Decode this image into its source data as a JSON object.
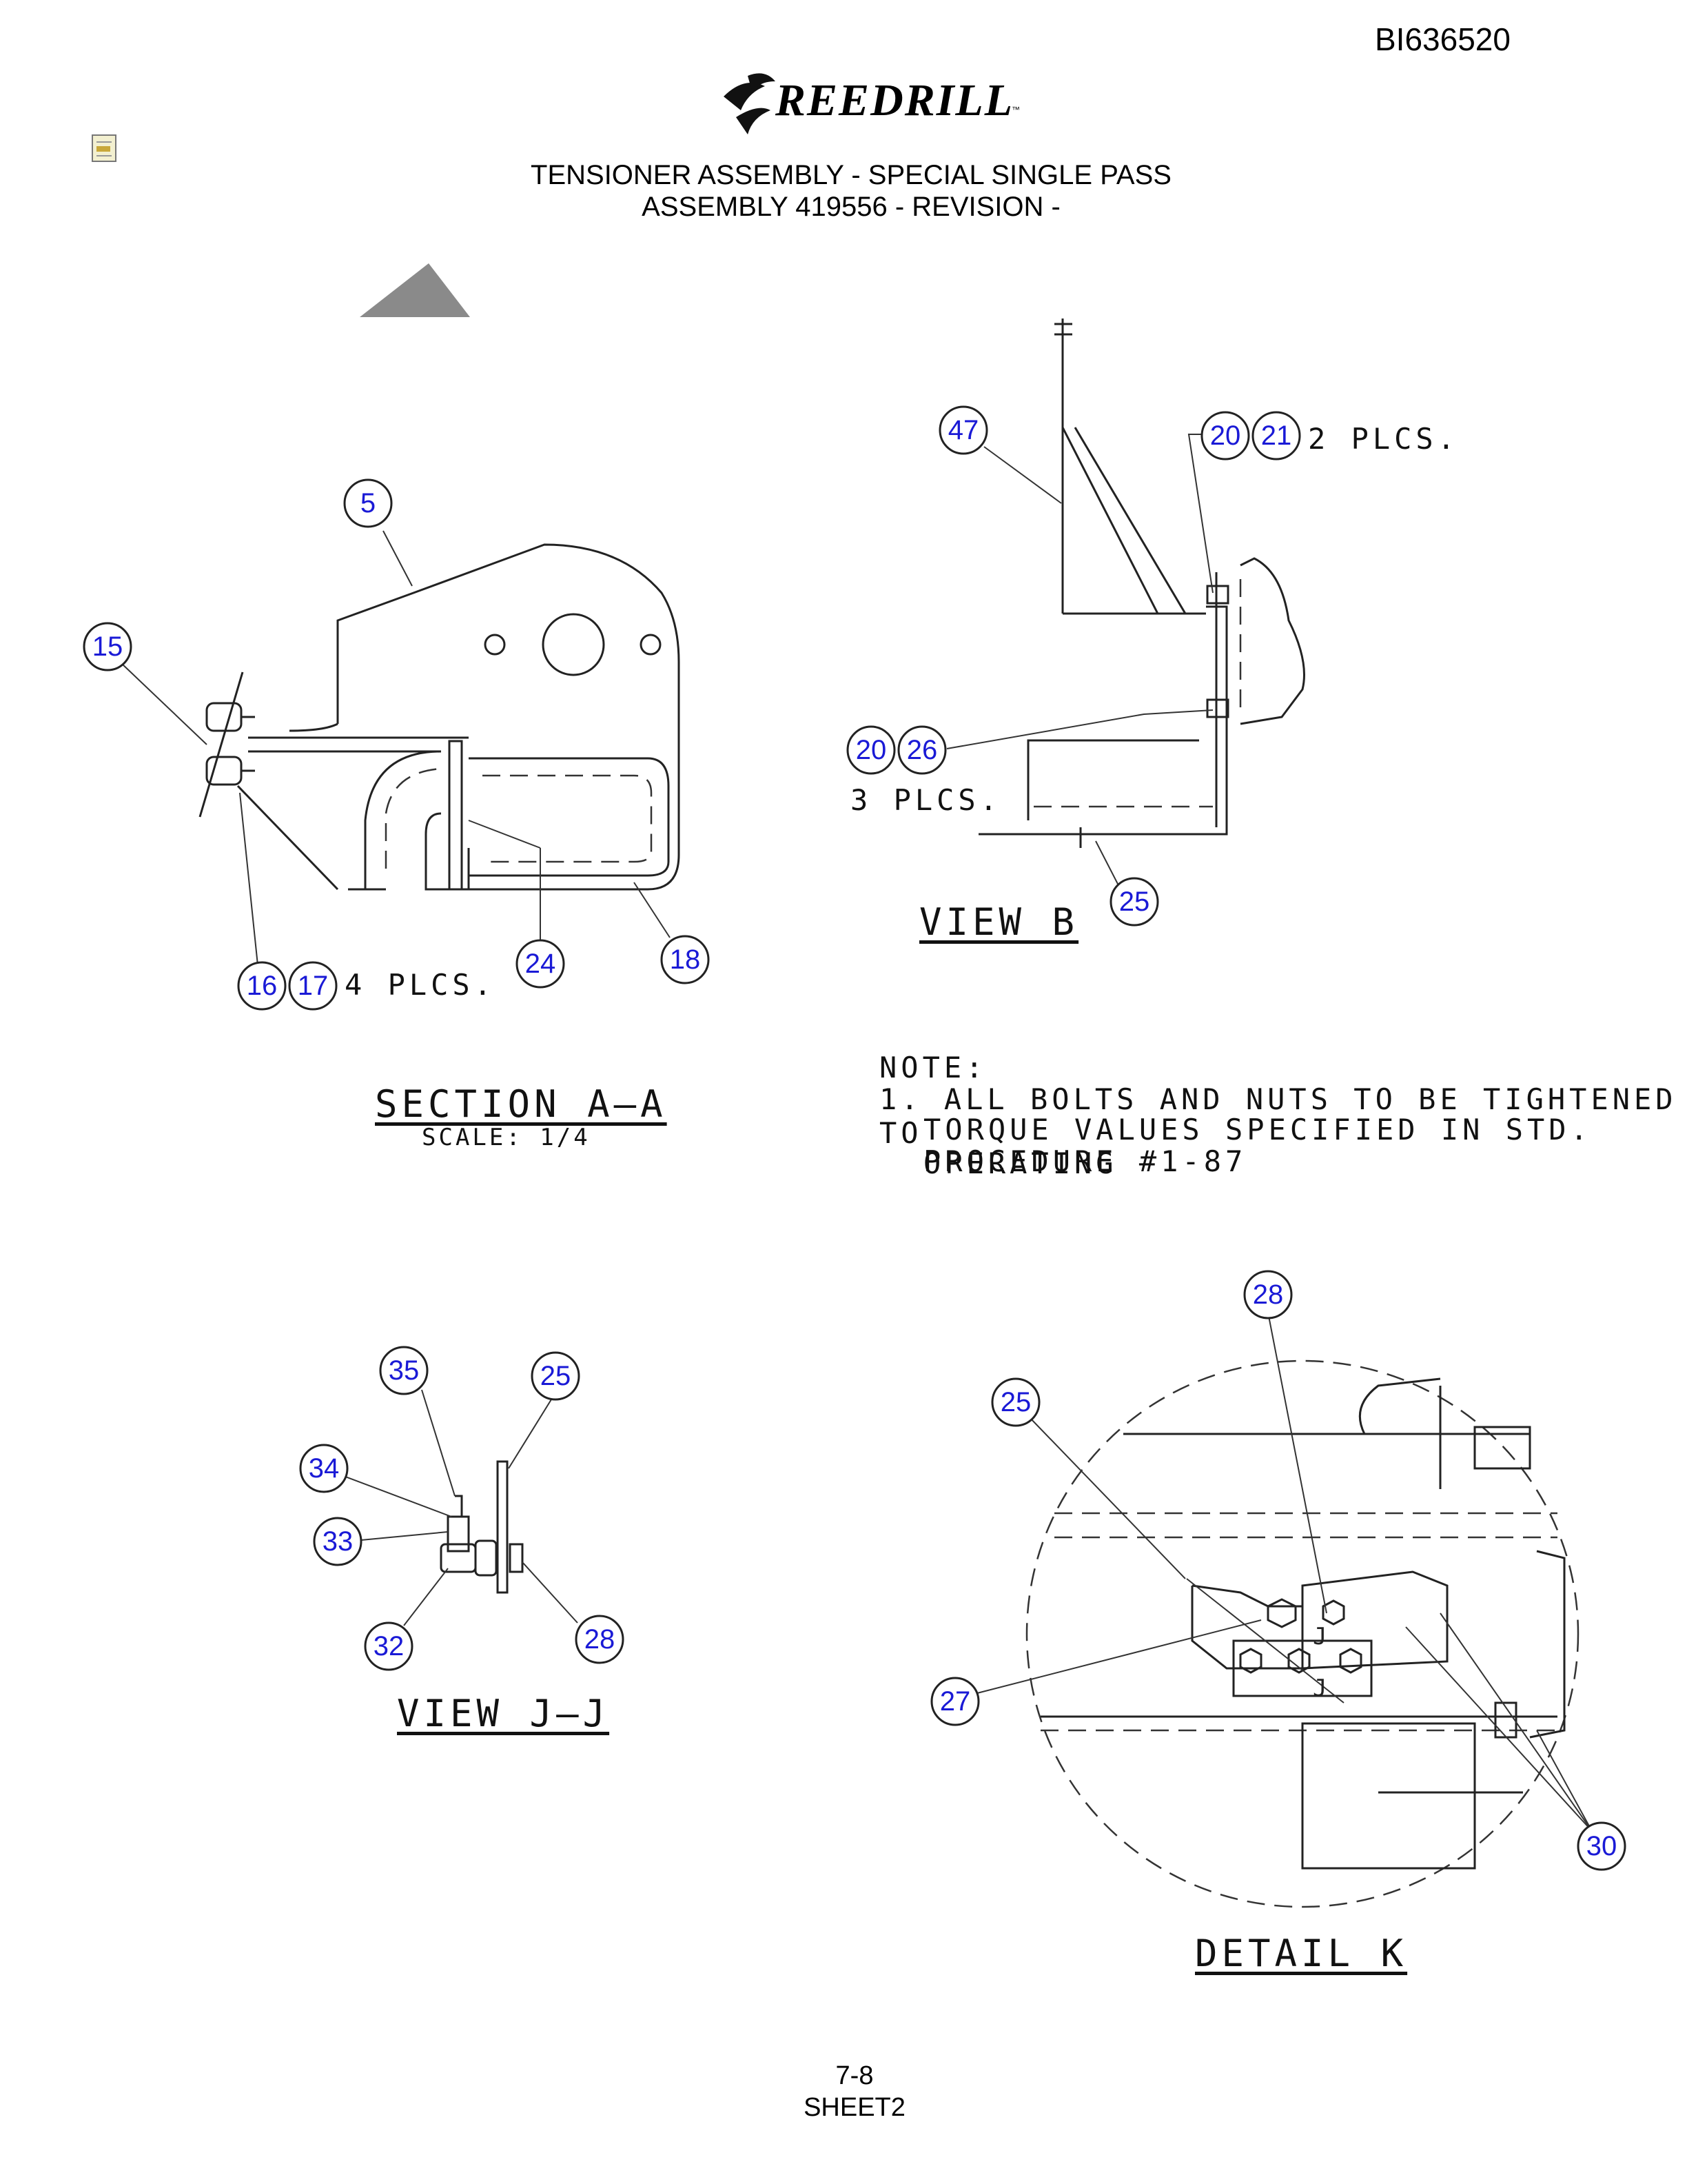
{
  "header": {
    "doc_id": "BI636520",
    "logo_text": "REEDRILL",
    "logo_tm": "™",
    "title_line1": "TENSIONER ASSEMBLY - SPECIAL SINGLE PASS",
    "title_line2": "ASSEMBLY 419556 - REVISION -"
  },
  "views": {
    "section_aa": {
      "title": "SECTION A–A",
      "scale": "SCALE: 1/4",
      "balloons": [
        "5",
        "15",
        "16",
        "17",
        "24",
        "18"
      ],
      "note_16_17": "4 PLCS."
    },
    "view_b": {
      "title": "VIEW B",
      "balloons": [
        "47",
        "20",
        "21",
        "20",
        "26",
        "25"
      ],
      "note_20_21": "2 PLCS.",
      "note_20_26": "3 PLCS."
    },
    "view_jj": {
      "title": "VIEW J–J",
      "balloons": [
        "35",
        "25",
        "34",
        "33",
        "32",
        "28"
      ]
    },
    "detail_k": {
      "title": "DETAIL K",
      "balloons": [
        "28",
        "25",
        "27",
        "30"
      ],
      "markers": [
        "J",
        "J"
      ]
    }
  },
  "note": {
    "heading": "NOTE:",
    "line1": "1. ALL BOLTS AND NUTS TO BE TIGHTENED TO",
    "line2": "TORQUE VALUES SPECIFIED IN STD. OPERATING",
    "line3": "PROCEDURE #1-87"
  },
  "footer": {
    "page": "7-8",
    "sheet": "SHEET2"
  }
}
